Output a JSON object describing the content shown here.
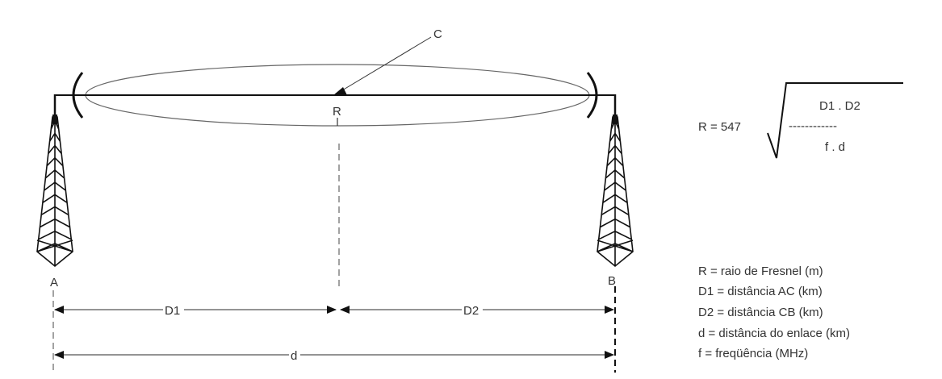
{
  "labels": {
    "point_a": "A",
    "point_b": "B",
    "point_c": "C",
    "radius": "R",
    "dist_d1": "D1",
    "dist_d2": "D2",
    "dist_d": "d"
  },
  "formula": {
    "lhs": "R = 547",
    "numerator": "D1 . D2",
    "fraction_bar": "------------",
    "denominator": "f .  d"
  },
  "legend": [
    "R = raio de Fresnel (m)",
    "D1 = distância AC (km)",
    "D2 = distância CB (km)",
    "d = distância do enlace (km)",
    "f = freqüência (MHz)"
  ]
}
